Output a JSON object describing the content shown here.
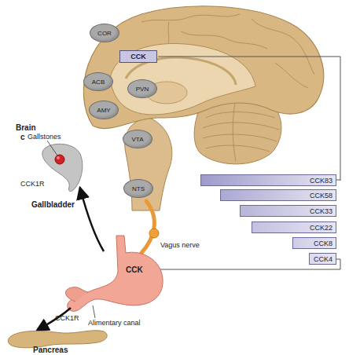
{
  "diagram": {
    "nodes": [
      {
        "text": [
          "COR"
        ]
      },
      {
        "text": [
          "CCK"
        ]
      },
      {
        "text": [
          "ACB"
        ]
      },
      {
        "text": [
          "PVN"
        ]
      },
      {
        "text": [
          "AMY"
        ]
      },
      {
        "text": [
          "VTA"
        ]
      },
      {
        "text": [
          "NTS"
        ]
      },
      {
        "text": [
          "CCK83"
        ]
      },
      {
        "text": [
          "CCK58"
        ]
      },
      {
        "text": [
          "CCK33"
        ]
      },
      {
        "text": [
          "CCK22"
        ]
      },
      {
        "text": [
          "CCK8"
        ]
      },
      {
        "text": [
          "CCK4"
        ]
      }
    ],
    "labels": [
      "Brain",
      "c",
      "Gallstones",
      "CCK1R",
      "Gallbladder",
      "Vagus nerve",
      "CCK",
      "Alimentary canal",
      "CCK1R",
      "Pancreas"
    ]
  }
}
